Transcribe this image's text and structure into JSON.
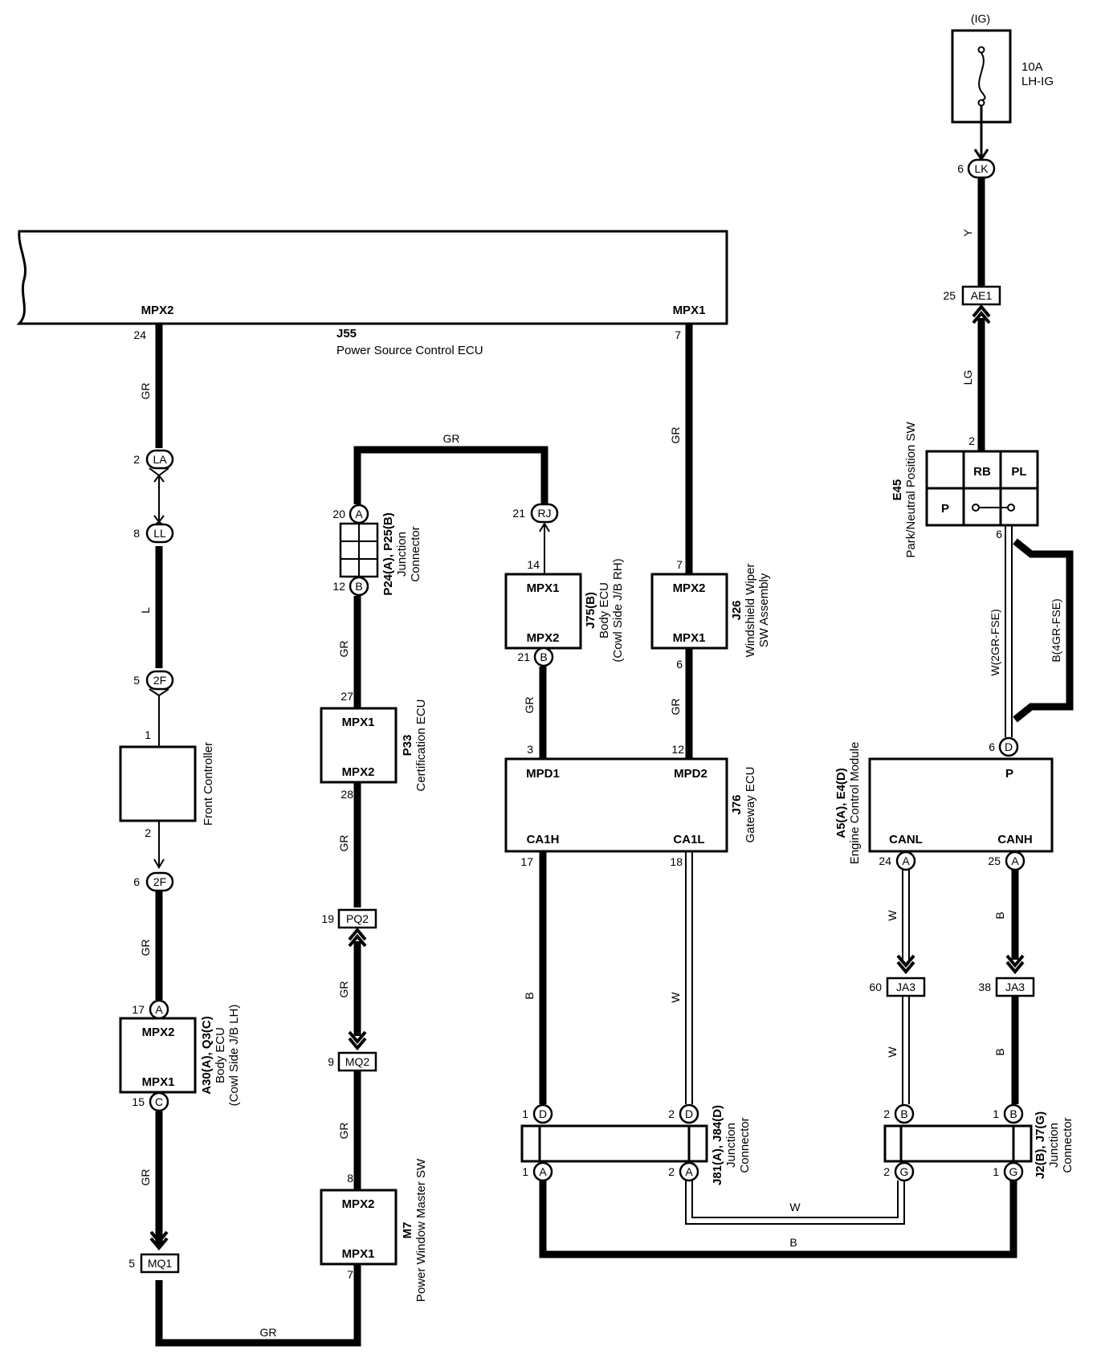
{
  "fuse": {
    "supply": "(IG)",
    "rating": "10A",
    "name": "LH-IG"
  },
  "components": {
    "power_source_ecu": {
      "code": "J55",
      "name": "Power Source Control ECU",
      "mpx2": "MPX2",
      "mpx1": "MPX1",
      "pin_mpx2": "24",
      "pin_mpx1": "7"
    },
    "front_controller": {
      "name": "Front Controller",
      "pin_in": "1",
      "pin_out": "2"
    },
    "body_ecu_lh": {
      "code": "A30(A), Q3(C)",
      "name": "Body ECU",
      "sub": "(Cowl Side J/B LH)",
      "mpx2": "MPX2",
      "mpx1": "MPX1",
      "pin_a": "17",
      "pin_c": "15"
    },
    "junction_p24": {
      "code": "P24(A), P25(B)",
      "l1": "Junction",
      "l2": "Connector",
      "pin_a": "20",
      "pin_b": "12"
    },
    "certification_ecu": {
      "code": "P33",
      "name": "Certification ECU",
      "mpx1": "MPX1",
      "mpx2": "MPX2",
      "pin_top": "27",
      "pin_bot": "28"
    },
    "power_window": {
      "code": "M7",
      "name": "Power Window Master SW",
      "mpx2": "MPX2",
      "mpx1": "MPX1",
      "pin_top": "8",
      "pin_bot": "7"
    },
    "body_ecu_rh": {
      "code": "J75(B)",
      "name": "Body ECU",
      "sub": "(Cowl Side J/B RH)",
      "mpx1": "MPX1",
      "mpx2": "MPX2",
      "pin_top": "14",
      "pin_bot": "21"
    },
    "wiper": {
      "code": "J26",
      "name": "Windshield Wiper",
      "sub": "SW Assembly",
      "mpx2": "MPX2",
      "mpx1": "MPX1",
      "pin_top": "7",
      "pin_bot": "6"
    },
    "gateway_ecu": {
      "code": "J76",
      "name": "Gateway ECU",
      "mpd1": "MPD1",
      "mpd2": "MPD2",
      "ca1h": "CA1H",
      "ca1l": "CA1L",
      "pin_mpd1": "3",
      "pin_mpd2": "12",
      "pin_ca1h": "17",
      "pin_ca1l": "18"
    },
    "park_neutral": {
      "code": "E45",
      "name": "Park/Neutral Position SW",
      "rb": "RB",
      "pl": "PL",
      "p": "P",
      "pin_top": "2",
      "pin_bot": "6"
    },
    "ecm": {
      "code": "A5(A), E4(D)",
      "name": "Engine Control Module",
      "p": "P",
      "canl": "CANL",
      "canh": "CANH",
      "pin_p": "6",
      "pin_canl": "24",
      "pin_canh": "25"
    },
    "junction_j81": {
      "code": "J81(A), J84(D)",
      "l1": "Junction",
      "l2": "Connector"
    },
    "junction_j2": {
      "code": "J2(B), J7(G)",
      "l1": "Junction",
      "l2": "Connector"
    }
  },
  "connectors": {
    "lk": "LK",
    "lk_pin": "6",
    "ae1": "AE1",
    "ae1_pin": "25",
    "la": "LA",
    "la_pin": "2",
    "ll": "LL",
    "ll_pin": "8",
    "f2_top": "2F",
    "f2_top_pin": "5",
    "f2_bot": "2F",
    "f2_bot_pin": "6",
    "mq1": "MQ1",
    "mq1_pin": "5",
    "rj": "RJ",
    "rj_pin": "21",
    "pq2": "PQ2",
    "pq2_pin": "19",
    "mq2": "MQ2",
    "mq2_pin": "9",
    "ja3_l": "JA3",
    "ja3_l_pin": "60",
    "ja3_r": "JA3",
    "ja3_r_pin": "38"
  },
  "pin_letters": {
    "a": "A",
    "b": "B",
    "c": "C",
    "d": "D",
    "g": "G"
  },
  "pin_numbers": {
    "one": "1",
    "two": "2"
  },
  "wire_colors": {
    "gr": "GR",
    "l": "L",
    "b": "B",
    "w": "W",
    "y": "Y",
    "lg": "LG",
    "w_2gr": "W(2GR-FSE)",
    "b_4gr": "B(4GR-FSE)"
  }
}
